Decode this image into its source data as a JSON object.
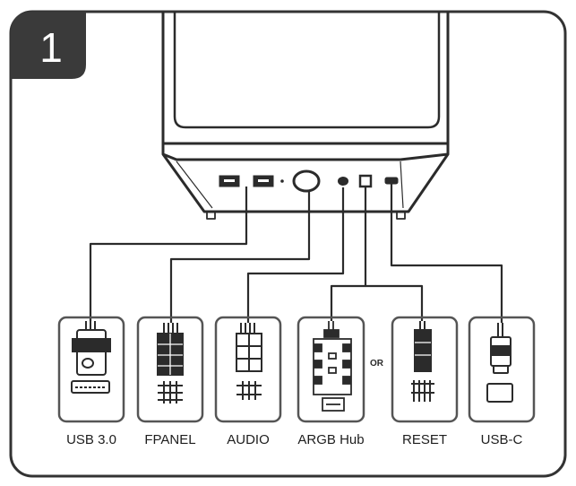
{
  "step": {
    "number": "1"
  },
  "connectors": [
    {
      "id": "usb3",
      "label": "USB 3.0"
    },
    {
      "id": "fpanel",
      "label": "FPANEL"
    },
    {
      "id": "audio",
      "label": "AUDIO"
    },
    {
      "id": "argb",
      "label": "ARGB Hub"
    },
    {
      "id": "reset",
      "label": "RESET"
    },
    {
      "id": "usbc",
      "label": "USB-C"
    }
  ],
  "or_text": "OR",
  "colors": {
    "stroke": "#2b2b2b",
    "badge": "#3a3a3a",
    "panel_border": "#555555"
  }
}
